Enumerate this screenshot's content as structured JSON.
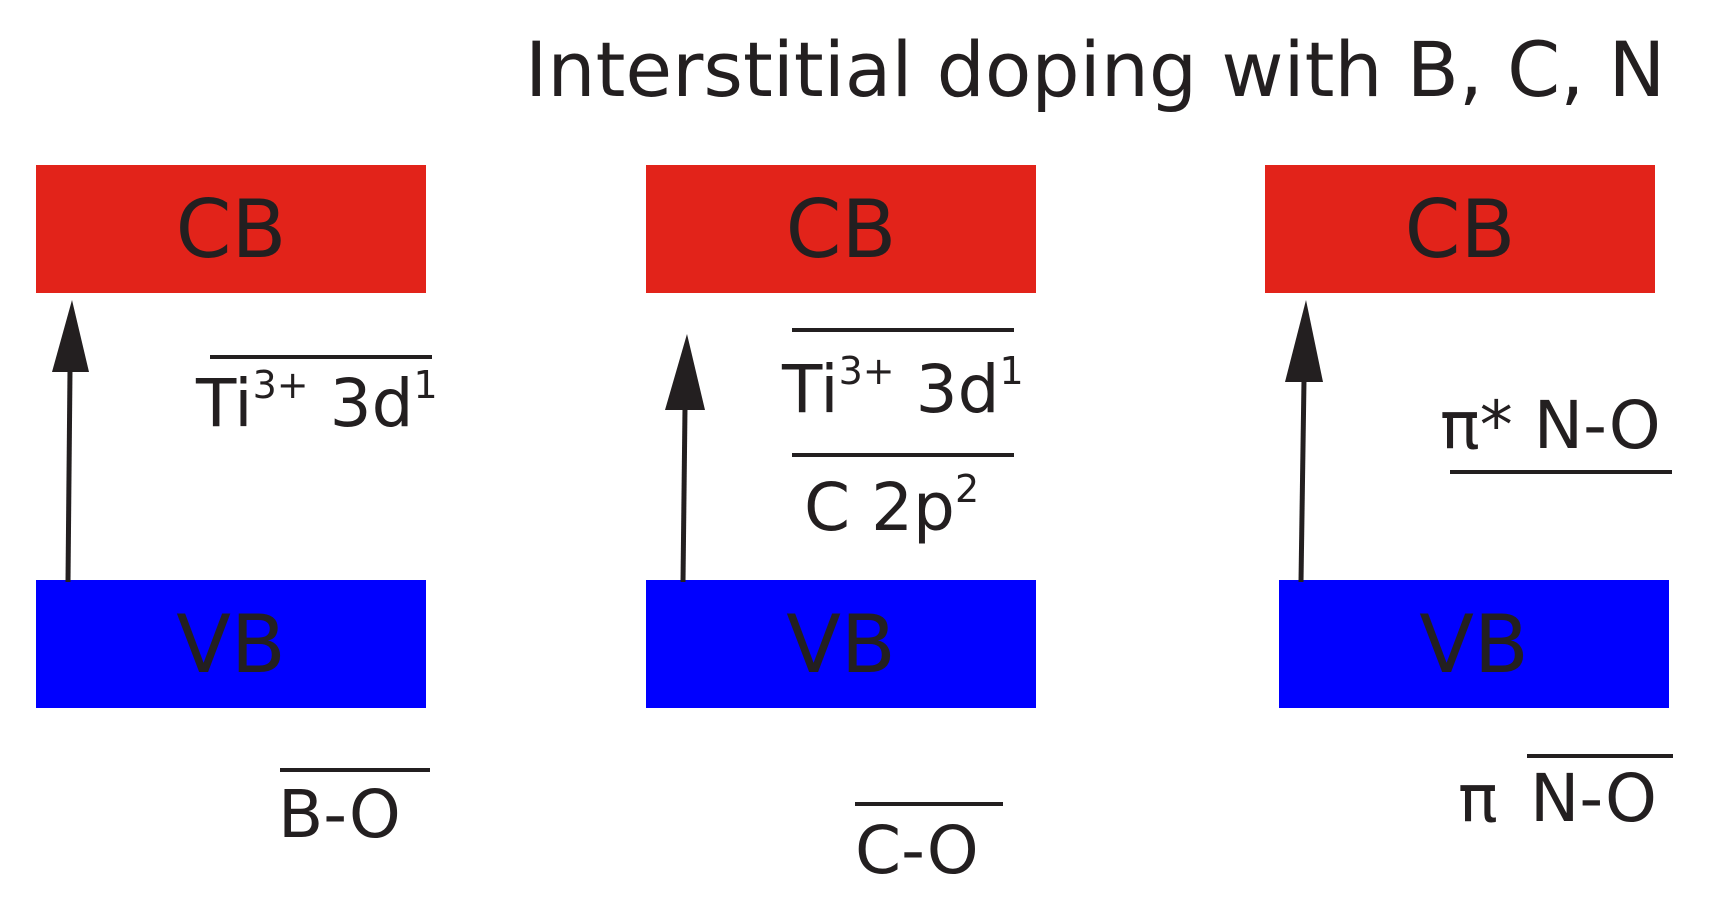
{
  "title": "Interstitial doping with B, C, N",
  "colors": {
    "cb": "#e2231a",
    "vb": "#0000ff",
    "ink": "#231f20"
  },
  "panels": [
    {
      "cb": "CB",
      "vb": "VB",
      "level": {
        "sym": "Ti",
        "charge": "3+",
        "orbital": "3d",
        "occ": "1"
      },
      "bond": "B-O"
    },
    {
      "cb": "CB",
      "vb": "VB",
      "level": {
        "sym": "Ti",
        "charge": "3+",
        "orbital": "3d",
        "occ": "1"
      },
      "level2": {
        "text": "C 2p",
        "occ": "2"
      },
      "bond": "C-O"
    },
    {
      "cb": "CB",
      "vb": "VB",
      "antibond": "π* N-O",
      "bond_prefix": "π",
      "bond": "N-O"
    }
  ]
}
